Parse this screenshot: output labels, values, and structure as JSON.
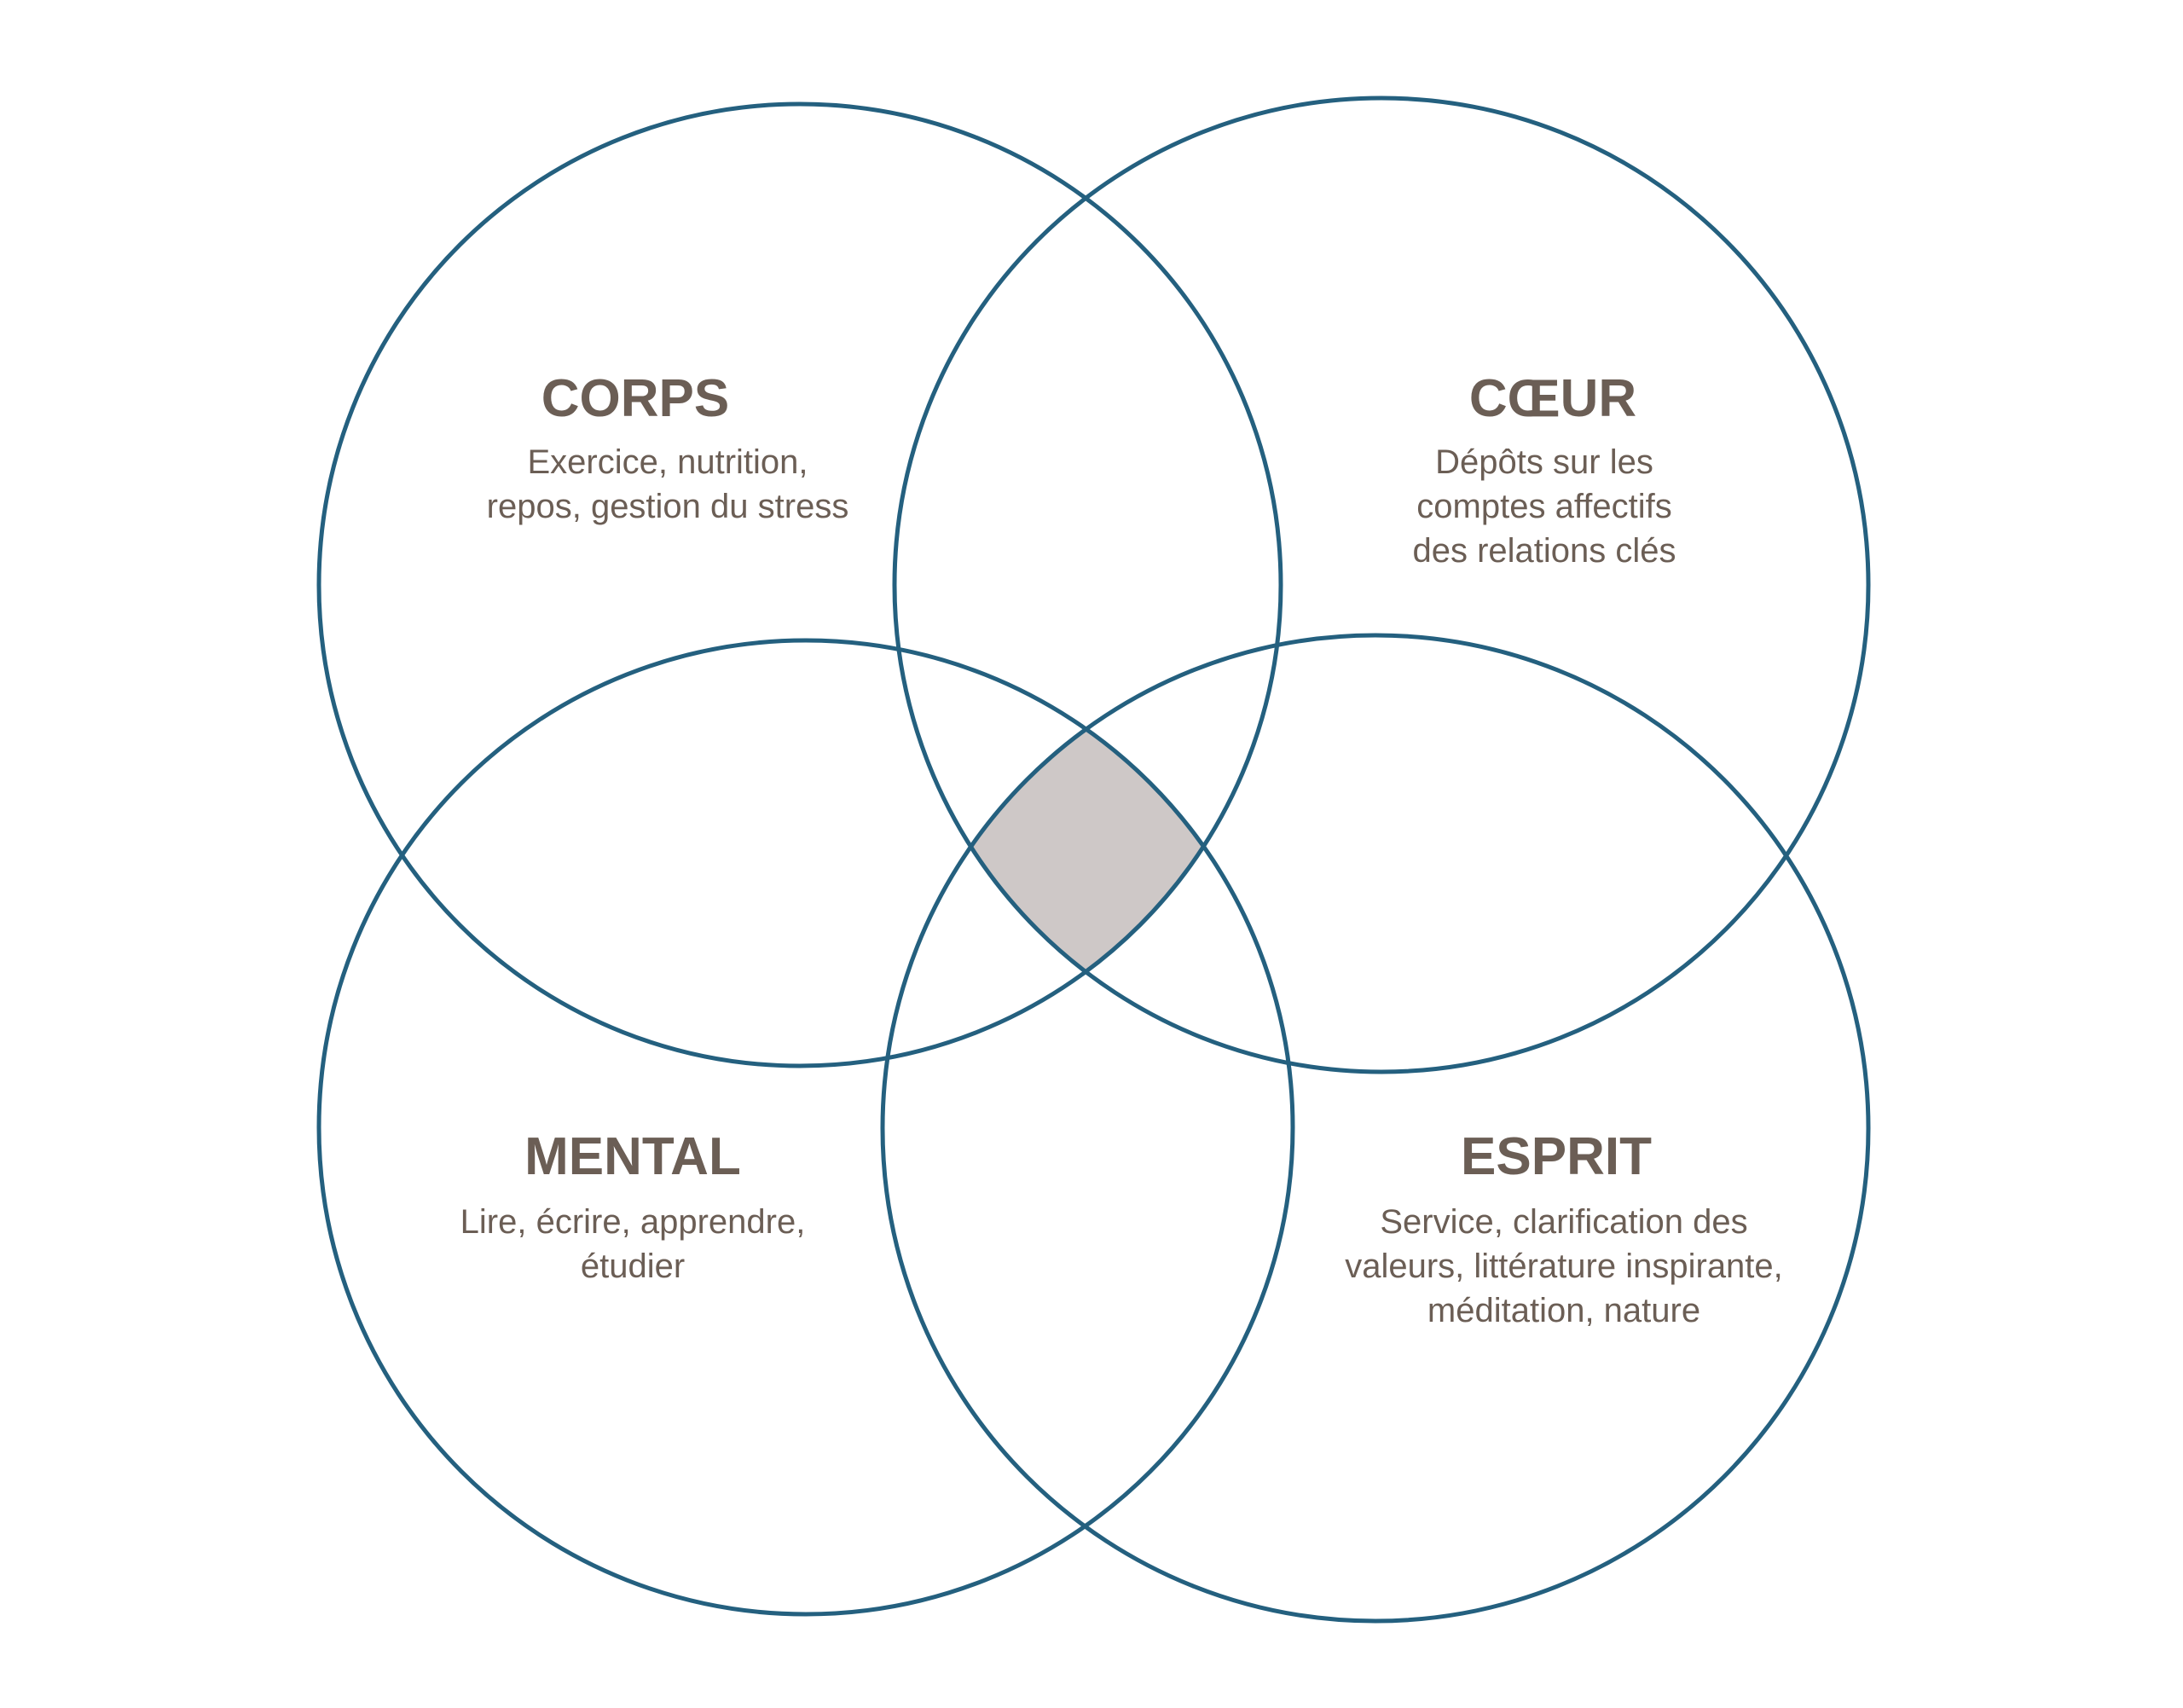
{
  "colors": {
    "stroke": "#24607f",
    "overlap_fill": "#cec8c7",
    "text": "#6b5e55"
  },
  "sets": [
    {
      "id": "corps",
      "title": "CORPS",
      "lines": [
        "Exercice, nutrition,",
        "repos, gestion du stress"
      ]
    },
    {
      "id": "coeur",
      "title": "CŒUR",
      "lines": [
        "Dépôts sur les",
        "comptes affectifs",
        "des relations clés"
      ]
    },
    {
      "id": "mental",
      "title": "MENTAL",
      "lines": [
        "Lire, écrire, apprendre,",
        "étudier"
      ]
    },
    {
      "id": "esprit",
      "title": "ESPRIT",
      "lines": [
        "Service, clarification des",
        "valeurs, littérature inspirante,",
        "méditation, nature"
      ]
    }
  ]
}
